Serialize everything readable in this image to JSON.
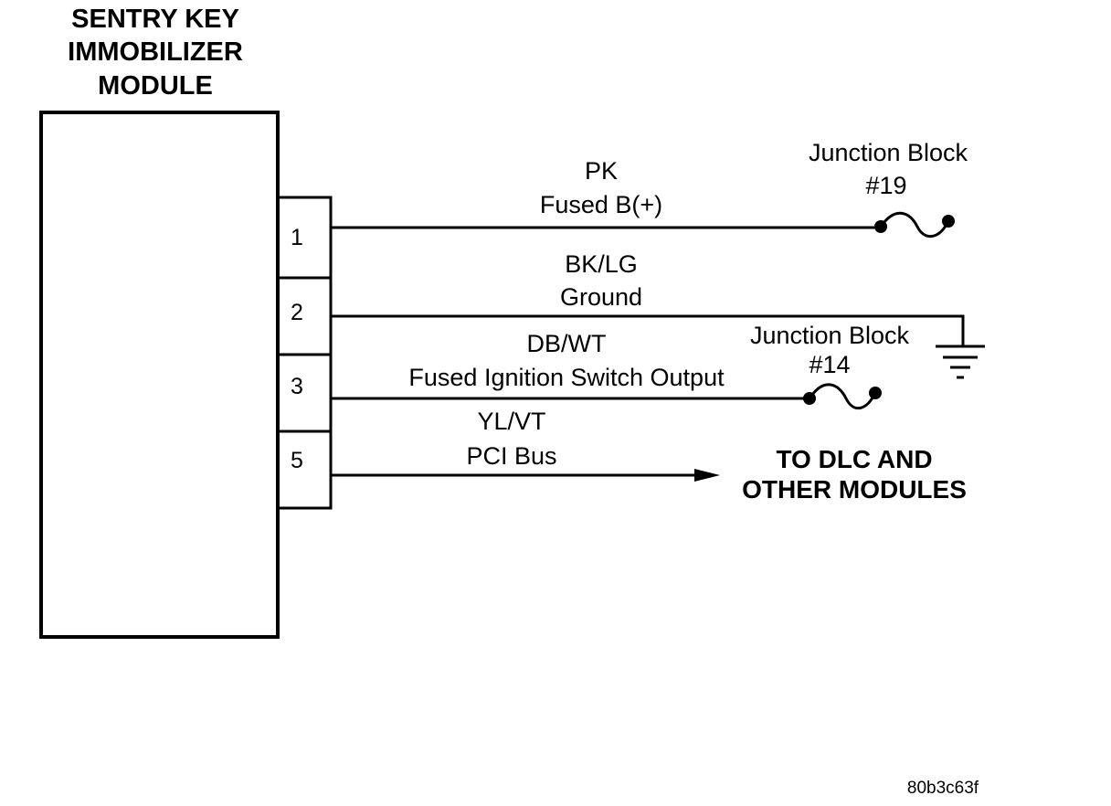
{
  "module": {
    "title_lines": [
      "SENTRY KEY",
      "IMMOBILIZER",
      "MODULE"
    ]
  },
  "connector": {
    "pins": [
      "1",
      "2",
      "3",
      "5"
    ]
  },
  "circuits": [
    {
      "pin": "1",
      "wire_color": "PK",
      "function": "Fused B(+)",
      "termination": "Junction Block #19"
    },
    {
      "pin": "2",
      "wire_color": "BK/LG",
      "function": "Ground",
      "termination": "ground"
    },
    {
      "pin": "3",
      "wire_color": "DB/WT",
      "function": "Fused Ignition Switch Output",
      "termination": "Junction Block #14"
    },
    {
      "pin": "5",
      "wire_color": "YL/VT",
      "function": "PCI Bus",
      "termination": "TO DLC AND OTHER MODULES"
    }
  ],
  "junction_block_19": {
    "line1": "Junction Block",
    "line2": "#19"
  },
  "junction_block_14": {
    "line1": "Junction Block",
    "line2": "#14"
  },
  "destination": {
    "line1": "TO DLC AND",
    "line2": "OTHER MODULES"
  },
  "figure_code": "80b3c63f"
}
